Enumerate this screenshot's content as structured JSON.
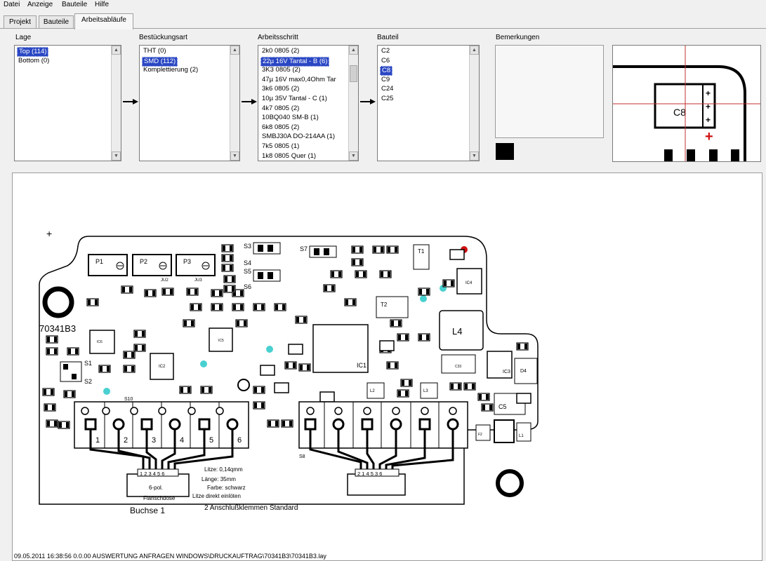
{
  "menu": [
    "Datei",
    "Anzeige",
    "Bauteile",
    "Hilfe"
  ],
  "tabs": [
    {
      "label": "Projekt",
      "active": false
    },
    {
      "label": "Bauteile",
      "active": false
    },
    {
      "label": "Arbeitsabläufe",
      "active": true
    }
  ],
  "columns": {
    "lage": {
      "label": "Lage",
      "items": [
        "Top (114)",
        "Bottom (0)"
      ],
      "selected": 0
    },
    "bestueckungsart": {
      "label": "Bestückungsart",
      "items": [
        "THT (0)",
        "SMD (112)",
        "Komplettierung (2)"
      ],
      "selected": 1
    },
    "arbeitsschritt": {
      "label": "Arbeitsschritt",
      "items": [
        "2k0 0805 (2)",
        "22µ 16V Tantal - B (6)",
        "3K3 0805 (2)",
        "47µ 16V   max0,4Ohm Tar",
        "3k6 0805 (2)",
        "10µ 35V Tantal - C (1)",
        "4k7 0805 (2)",
        "10BQ040 SM-B (1)",
        "6k8 0805 (2)",
        "SMBJ30A DO-214AA (1)",
        "7k5 0805 (1)",
        "1k8 0805 Quer (1)"
      ],
      "selected": 1
    },
    "bauteil": {
      "label": "Bauteil",
      "items": [
        "C2",
        "C6",
        "C8",
        "C9",
        "C24",
        "C25"
      ],
      "selected": 2
    },
    "bemerkungen": {
      "label": "Bemerkungen"
    }
  },
  "preview": {
    "component_label": "C8",
    "marker_color": "#d01010"
  },
  "pcb": {
    "board_id": "70341B3",
    "pots": [
      "P1",
      "P2",
      "P3"
    ],
    "jumpers": [
      "JU2",
      "JU3"
    ],
    "switch_labels": [
      "S3",
      "S4",
      "S5",
      "S6",
      "S7",
      "S1",
      "S2"
    ],
    "ics": [
      "IC1",
      "IC2",
      "IC3",
      "IC4",
      "IC5",
      "IC6"
    ],
    "transistors": [
      "T1",
      "T2"
    ],
    "inductors": [
      "L4",
      "L2",
      "L3",
      "L1"
    ],
    "misc_labels": [
      "C5",
      "D4",
      "S10",
      "S8",
      "F2",
      "C33"
    ],
    "terminals_left": [
      "1",
      "2",
      "3",
      "4",
      "5",
      "6"
    ],
    "connector_left_pins": "1 2 3 4 5 6",
    "connector_left_title": "6-pol.",
    "connector_left_sub": "Flanschdose",
    "connector_right_pins": "2 1 4 5 3 6",
    "wire_notes": [
      "Litze: 0,14qmm",
      "Länge: 35mm",
      "Farbe: schwarz",
      "Litze direkt einlöten"
    ],
    "connector_name": "Buchse 1",
    "terminal_caption": "2 Anschlußklemmen Standard"
  },
  "status_text": "09.05.2011 16:38:56 0.0.00 AUSWERTUNG ANFRAGEN WINDOWS\\DRUCKAUFTRAG\\70341B3\\70341B3.lay"
}
